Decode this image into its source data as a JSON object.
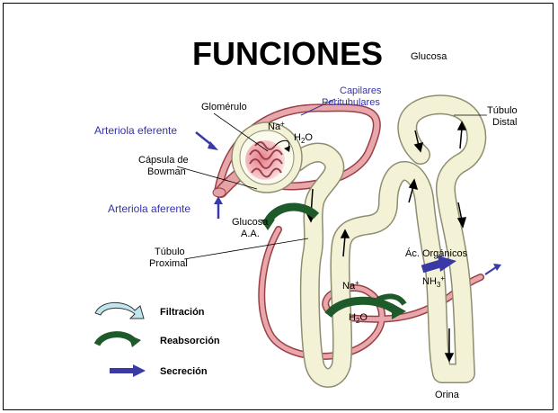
{
  "title": "FUNCIONES",
  "labels": {
    "glucosa_top": "Glucosa",
    "capilares_1": "Capilares",
    "capilares_2": "Peritubulares",
    "tubulo_distal_1": "Túbulo",
    "tubulo_distal_2": "Distal",
    "glomerulo": "Glomérulo",
    "arteriola_eferente": "Arteriola eferente",
    "na_top": "Na",
    "h2o_top_h": "H",
    "h2o_top_2": "2",
    "h2o_top_o": "O",
    "capsula_1": "Cápsula de",
    "capsula_2": "Bowman",
    "arteriola_aferente": "Arteriola aferente",
    "glucosa_aa_1": "Glucosa",
    "glucosa_aa_2": "A.A.",
    "tubulo_proximal_1": "Túbulo",
    "tubulo_proximal_2": "Proximal",
    "ac_organicos": "Ác. Orgánicos",
    "nh3_nh": "NH",
    "nh3_3": "3",
    "nh3_plus": "+",
    "na_bottom": "Na",
    "plus": "+",
    "h2o_bottom_h": "H",
    "h2o_bottom_2": "2",
    "h2o_bottom_o": "O",
    "orina": "Orina"
  },
  "legend": {
    "filtracion": "Filtración",
    "reabsorcion": "Reabsorción",
    "secrecion": "Secreción"
  },
  "colors": {
    "vessel": "#d9898c",
    "vessel_dark": "#9a3f45",
    "tubule": "#f4f2d6",
    "tubule_stroke": "#8f8d70",
    "reabsorption": "#1f5a2a",
    "secretion": "#3a3aa6",
    "filtration": "#bfe6ee",
    "label_blue": "#3333aa"
  }
}
